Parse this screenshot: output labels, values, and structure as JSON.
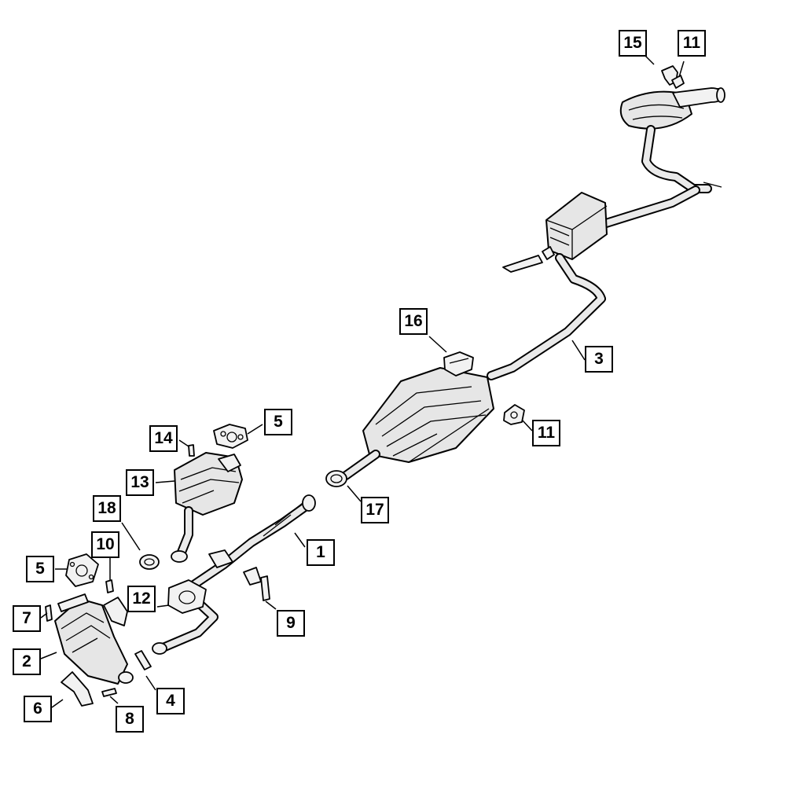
{
  "callouts": [
    {
      "id": "c15",
      "label": "15"
    },
    {
      "id": "c11a",
      "label": "11"
    },
    {
      "id": "c16",
      "label": "16"
    },
    {
      "id": "c3",
      "label": "3"
    },
    {
      "id": "c11b",
      "label": "11"
    },
    {
      "id": "c5a",
      "label": "5"
    },
    {
      "id": "c14",
      "label": "14"
    },
    {
      "id": "c13",
      "label": "13"
    },
    {
      "id": "c17",
      "label": "17"
    },
    {
      "id": "c18",
      "label": "18"
    },
    {
      "id": "c1",
      "label": "1"
    },
    {
      "id": "c10",
      "label": "10"
    },
    {
      "id": "c5b",
      "label": "5"
    },
    {
      "id": "c12",
      "label": "12"
    },
    {
      "id": "c9",
      "label": "9"
    },
    {
      "id": "c7",
      "label": "7"
    },
    {
      "id": "c2",
      "label": "2"
    },
    {
      "id": "c4",
      "label": "4"
    },
    {
      "id": "c6",
      "label": "6"
    },
    {
      "id": "c8",
      "label": "8"
    }
  ],
  "colors": {
    "line": "#000000",
    "fill": "#e6e6e6",
    "background": "#ffffff"
  }
}
